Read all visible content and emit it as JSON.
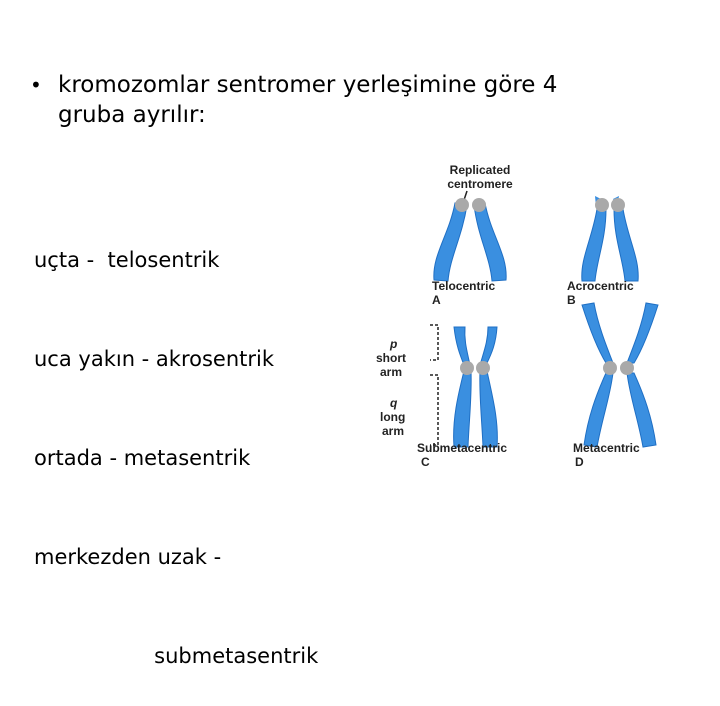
{
  "slide": {
    "bullet_marker": "•",
    "bullet_line1": "kromozomlar sentromer yerleşimine göre 4",
    "bullet_line2": "gruba ayrılır:",
    "list": [
      "uçta -  telosentrik",
      "uca yakın - akrosentrik",
      "ortada - metasentrik",
      "merkezden uzak -",
      "                  submetasentrik"
    ]
  },
  "figure": {
    "replicated_label_1": "Replicated",
    "replicated_label_2": "centromere",
    "telocentric": "Telocentric",
    "telocentric_letter": "A",
    "acrocentric": "Acrocentric",
    "acrocentric_letter": "B",
    "submetacentric": "Submetacentric",
    "submetacentric_letter": "C",
    "metacentric": "Metacentric",
    "metacentric_letter": "D",
    "p_label": "p",
    "short_label": "short",
    "arm_label_1": "arm",
    "q_label": "q",
    "long_label": "long",
    "arm_label_2": "arm",
    "colors": {
      "chromatid": "#3a8fe0",
      "chromatid_edge": "#1f6fc4",
      "centromere": "#a9a9a9"
    }
  }
}
